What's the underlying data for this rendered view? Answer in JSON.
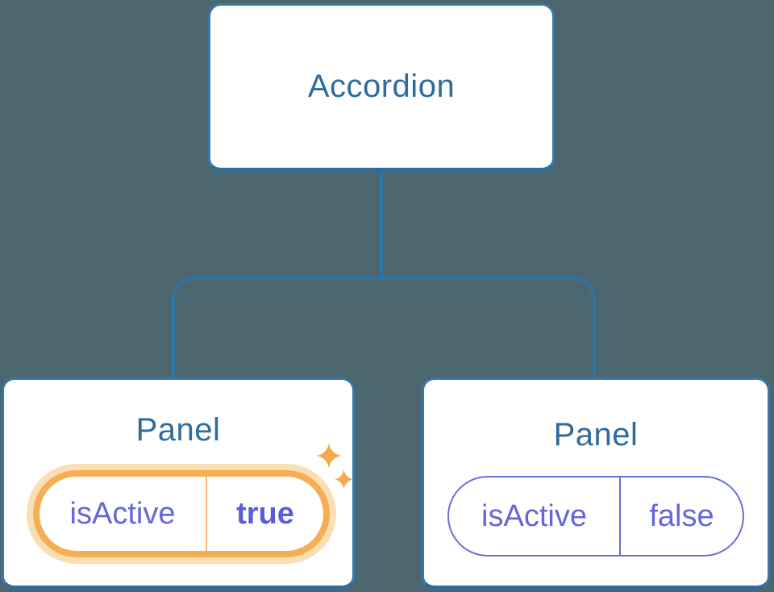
{
  "diagram": {
    "root": {
      "label": "Accordion"
    },
    "panels": [
      {
        "label": "Panel",
        "state_name": "isActive",
        "state_value": "true",
        "highlighted": true
      },
      {
        "label": "Panel",
        "state_name": "isActive",
        "state_value": "false",
        "highlighted": false
      }
    ]
  },
  "colors": {
    "background": "#4C6670",
    "node_border": "#3A77A7",
    "node_border_bottom": "#2F6B9C",
    "connector": "#2E74A4",
    "node_text": "#2F6C9D",
    "state_text": "#6467DA",
    "state_value_active_text": "#585ED6",
    "state_border": "#6A6FDB",
    "highlight_border": "#F6AE55",
    "highlight_halo": "#FBDFB4",
    "highlight_divider": "#F5BC72",
    "sparkle": "#F5A94B"
  }
}
